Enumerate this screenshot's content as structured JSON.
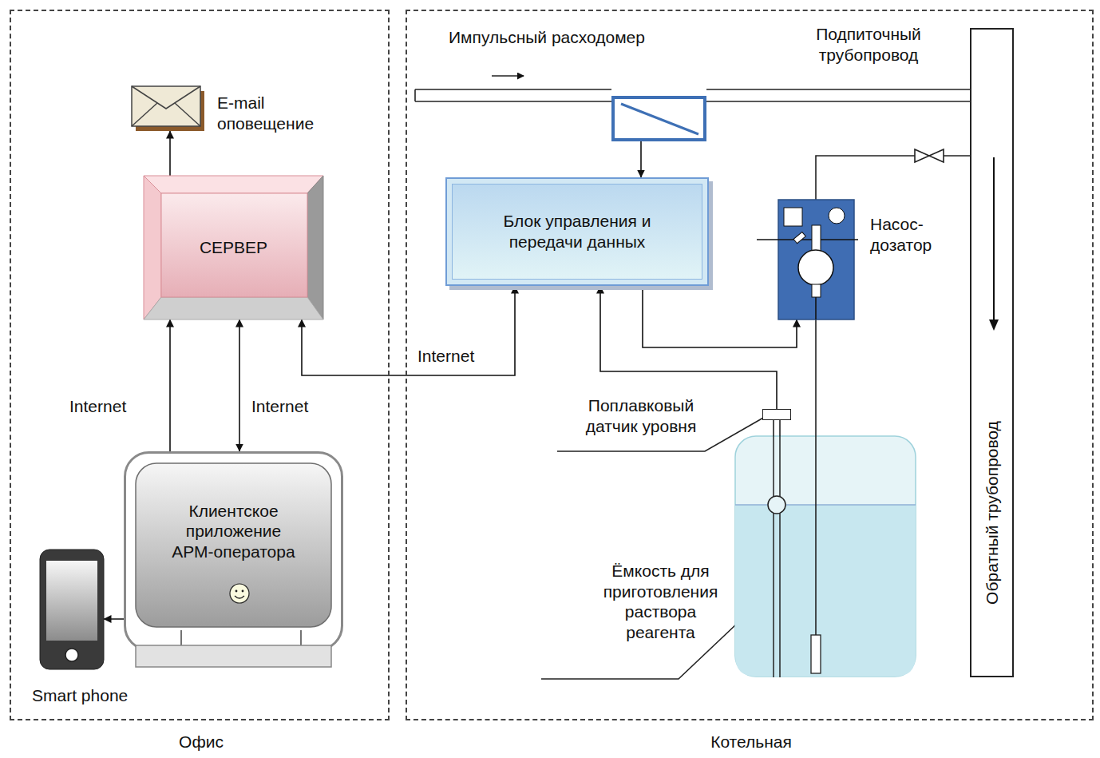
{
  "diagram": {
    "nodes": [
      {
        "text": [
          "Офис"
        ]
      },
      {
        "text": [
          "Котельная"
        ]
      },
      {
        "text": [
          "E-mail оповещение"
        ],
        "in": 0
      },
      {
        "text": [
          "СЕРВЕР"
        ],
        "in": 0
      },
      {
        "text": [
          "Smart phone"
        ],
        "in": 0
      },
      {
        "text": [
          "Клиентское приложение АРМ-оператора"
        ],
        "in": 0
      },
      {
        "text": [
          "Импульсный расходомер"
        ],
        "in": 1
      },
      {
        "text": [
          "Блок управления и передачи данных"
        ],
        "in": 1
      },
      {
        "text": [
          "Насос-дозатор"
        ],
        "in": 1
      },
      {
        "text": [
          "Поплавковый датчик уровня"
        ],
        "in": 1
      },
      {
        "text": [
          "Ёмкость для приготовления раствора реагента"
        ],
        "in": 1
      },
      {
        "text": [
          "Обратный трубопровод"
        ],
        "in": 1
      }
    ],
    "edges": [
      {
        "from": 3,
        "to": 2,
        "arrow": "to"
      },
      {
        "from": 4,
        "to": 3,
        "label": "Internet",
        "arrow": "both"
      },
      {
        "from": 5,
        "to": 3,
        "label": "Internet",
        "arrow": "both"
      },
      {
        "from": 7,
        "to": 3,
        "label": "Internet",
        "arrow": "both"
      },
      {
        "from": 6,
        "to": 7,
        "arrow": "to"
      },
      {
        "from": 9,
        "to": 7,
        "arrow": "to"
      },
      {
        "from": 7,
        "to": 8,
        "arrow": "to"
      }
    ],
    "labels": [
      "Подпиточный трубопровод"
    ]
  }
}
